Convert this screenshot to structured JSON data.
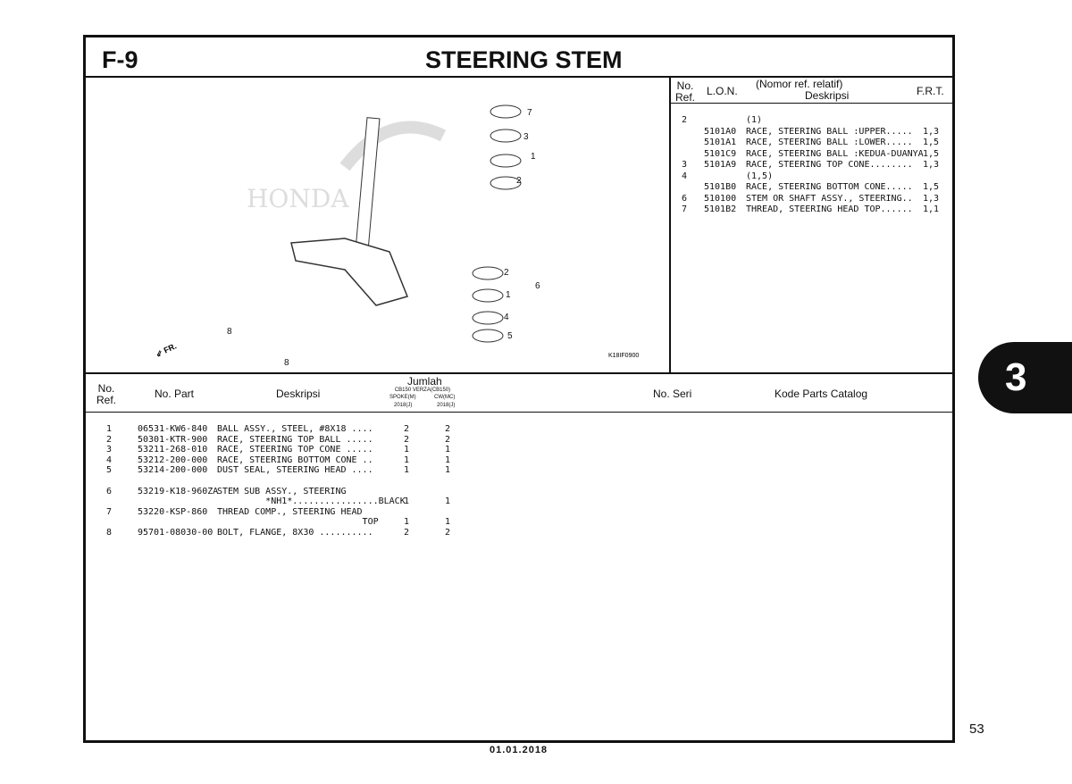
{
  "header": {
    "code": "F-9",
    "title": "STEERING STEM"
  },
  "diagram": {
    "brand_watermark": "HONDA",
    "fr_label": "FR.",
    "code": "K18IF0900",
    "callouts": [
      "7",
      "3",
      "1",
      "2",
      "2",
      "1",
      "6",
      "4",
      "5",
      "8",
      "8"
    ]
  },
  "ref_table": {
    "headers": {
      "no_ref": "No.\nRef.",
      "lon": "L.O.N.",
      "desc1": "(Nomor ref. relatif)",
      "desc2": "Deskripsi",
      "frt": "F.R.T."
    },
    "rows": [
      {
        "ref": "2",
        "lon": "",
        "desc": "(1)",
        "frt": ""
      },
      {
        "ref": "",
        "lon": "5101A0",
        "desc": "RACE, STEERING BALL :UPPER.....",
        "frt": "1,3"
      },
      {
        "ref": "",
        "lon": "5101A1",
        "desc": "RACE, STEERING BALL :LOWER.....",
        "frt": "1,5"
      },
      {
        "ref": "",
        "lon": "5101C9",
        "desc": "RACE, STEERING BALL :KEDUA-DUANYA",
        "frt": "1,5"
      },
      {
        "ref": "3",
        "lon": "5101A9",
        "desc": "RACE, STEERING TOP CONE........",
        "frt": "1,3"
      },
      {
        "ref": "4",
        "lon": "",
        "desc": "(1,5)",
        "frt": ""
      },
      {
        "ref": "",
        "lon": "5101B0",
        "desc": "RACE, STEERING BOTTOM CONE.....",
        "frt": "1,5"
      },
      {
        "ref": "6",
        "lon": "510100",
        "desc": "STEM OR SHAFT ASSY., STEERING..",
        "frt": "1,3"
      },
      {
        "ref": "7",
        "lon": "5101B2",
        "desc": "THREAD, STEERING HEAD TOP......",
        "frt": "1,1"
      }
    ]
  },
  "parts_table": {
    "headers": {
      "no_ref": "No.\nRef.",
      "part": "No. Part",
      "desc": "Deskripsi",
      "jumlah": "Jumlah",
      "model_line": "CB150 VERZA(CB150)",
      "col1": "SPOKE(M)",
      "col2": "CW(MC)",
      "year1": "2018(J)",
      "year2": "2018(J)",
      "seri": "No. Seri",
      "catalog": "Kode Parts Catalog"
    },
    "rows": [
      {
        "ref": "1",
        "part": "06531-KW6-840",
        "desc": "BALL ASSY., STEEL, #8X18 ....",
        "q1": "2",
        "q2": "2"
      },
      {
        "ref": "2",
        "part": "50301-KTR-900",
        "desc": "RACE, STEERING TOP BALL .....",
        "q1": "2",
        "q2": "2"
      },
      {
        "ref": "3",
        "part": "53211-268-010",
        "desc": "RACE, STEERING TOP CONE .....",
        "q1": "1",
        "q2": "1"
      },
      {
        "ref": "4",
        "part": "53212-200-000",
        "desc": "RACE, STEERING BOTTOM CONE ..",
        "q1": "1",
        "q2": "1"
      },
      {
        "ref": "5",
        "part": "53214-200-000",
        "desc": "DUST SEAL, STEERING HEAD ....",
        "q1": "1",
        "q2": "1"
      },
      {
        "ref": "",
        "part": "",
        "desc": "",
        "q1": "",
        "q2": ""
      },
      {
        "ref": "6",
        "part": "53219-K18-960ZA",
        "desc": "STEM SUB ASSY., STEERING",
        "q1": "",
        "q2": ""
      },
      {
        "ref": "",
        "part": "",
        "desc": "         *NH1*................BLACK",
        "q1": "1",
        "q2": "1"
      },
      {
        "ref": "7",
        "part": "53220-KSP-860",
        "desc": "THREAD COMP., STEERING HEAD",
        "q1": "",
        "q2": ""
      },
      {
        "ref": "",
        "part": "",
        "desc": "                           TOP",
        "q1": "1",
        "q2": "1"
      },
      {
        "ref": "8",
        "part": "95701-08030-00",
        "desc": "BOLT, FLANGE, 8X30 ..........",
        "q1": "2",
        "q2": "2"
      }
    ]
  },
  "section_tab": "3",
  "page_number": "53",
  "date": "01.01.2018"
}
